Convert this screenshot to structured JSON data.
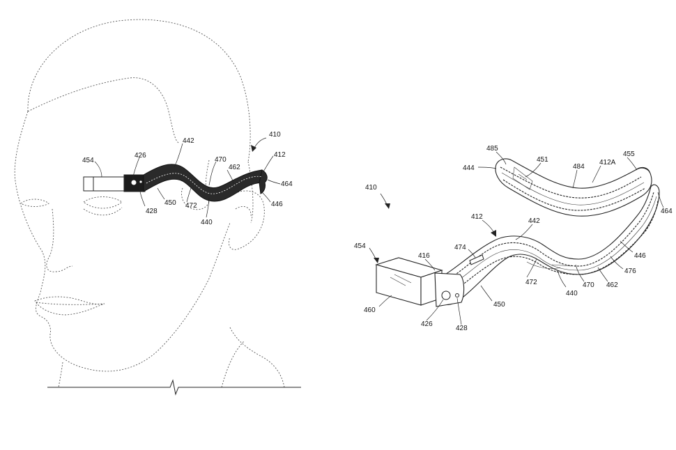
{
  "figure_left": {
    "labels": {
      "l410": "410",
      "l454": "454",
      "l426": "426",
      "l442": "442",
      "l470": "470",
      "l462": "462",
      "l412": "412",
      "l464": "464",
      "l446": "446",
      "l450": "450",
      "l428": "428",
      "l472": "472",
      "l440": "440"
    }
  },
  "figure_right": {
    "labels": {
      "l485": "485",
      "l444": "444",
      "l451": "451",
      "l484": "484",
      "l412A": "412A",
      "l455": "455",
      "l410": "410",
      "l464": "464",
      "l412": "412",
      "l442": "442",
      "l474": "474",
      "l454": "454",
      "l416": "416",
      "l446": "446",
      "l476": "476",
      "l462": "462",
      "l470": "470",
      "l440": "440",
      "l472": "472",
      "l450": "450",
      "l460": "460",
      "l426": "426",
      "l428": "428"
    }
  },
  "colors": {
    "line": "#222222",
    "dotted": "#555555",
    "band_fill": "#2a2a2a",
    "background": "#ffffff"
  }
}
